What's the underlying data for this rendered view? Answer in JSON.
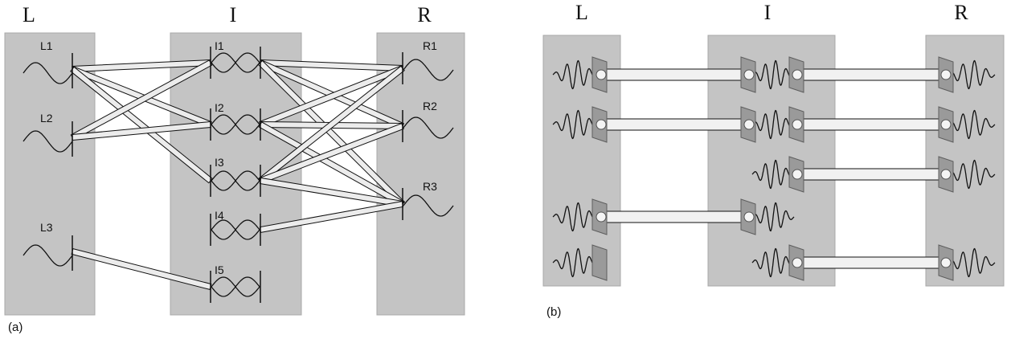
{
  "panel_a": {
    "caption": "(a)",
    "headers": {
      "left": "L",
      "middle": "I",
      "right": "R"
    },
    "nodes_left": [
      "L1",
      "L2",
      "L3"
    ],
    "nodes_middle": [
      "I1",
      "I2",
      "I3",
      "I4",
      "I5"
    ],
    "nodes_right": [
      "R1",
      "R2",
      "R3"
    ],
    "links_left_to_middle": [
      [
        "L1",
        "I1"
      ],
      [
        "L1",
        "I2"
      ],
      [
        "L1",
        "I3"
      ],
      [
        "L2",
        "I1"
      ],
      [
        "L2",
        "I2"
      ],
      [
        "L3",
        "I5"
      ]
    ],
    "links_middle_to_right": [
      [
        "I1",
        "R1"
      ],
      [
        "I1",
        "R2"
      ],
      [
        "I1",
        "R3"
      ],
      [
        "I2",
        "R1"
      ],
      [
        "I2",
        "R2"
      ],
      [
        "I2",
        "R3"
      ],
      [
        "I3",
        "R1"
      ],
      [
        "I3",
        "R2"
      ],
      [
        "I3",
        "R3"
      ],
      [
        "I4",
        "R3"
      ]
    ]
  },
  "panel_b": {
    "caption": "(b)",
    "headers": {
      "left": "L",
      "middle": "I",
      "right": "R"
    },
    "rows": [
      {
        "left": true,
        "middle": true,
        "right": true,
        "left_link": true,
        "right_link": true
      },
      {
        "left": true,
        "middle": true,
        "right": true,
        "left_link": true,
        "right_link": true
      },
      {
        "left": false,
        "middle": true,
        "right": true,
        "left_link": false,
        "right_link": true
      },
      {
        "left": true,
        "middle": true,
        "right": false,
        "left_link": true,
        "right_link": false
      },
      {
        "left": true,
        "middle": true,
        "right": true,
        "left_link": false,
        "right_link": true
      }
    ]
  }
}
